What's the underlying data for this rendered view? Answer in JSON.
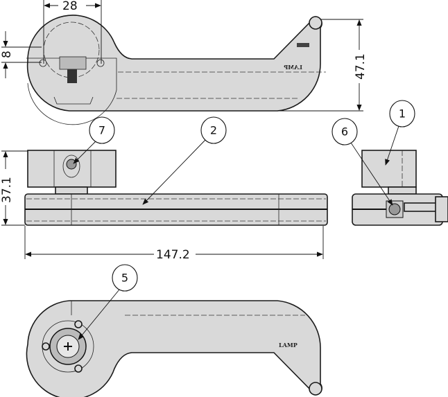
{
  "dimensions": {
    "hole_spacing": "28",
    "hole_offset": "8",
    "height_top_view": "47.1",
    "height_side_view": "37.1",
    "overall_length": "147.2"
  },
  "callouts": [
    "1",
    "2",
    "5",
    "6",
    "7"
  ],
  "logo_text": "LAMP"
}
